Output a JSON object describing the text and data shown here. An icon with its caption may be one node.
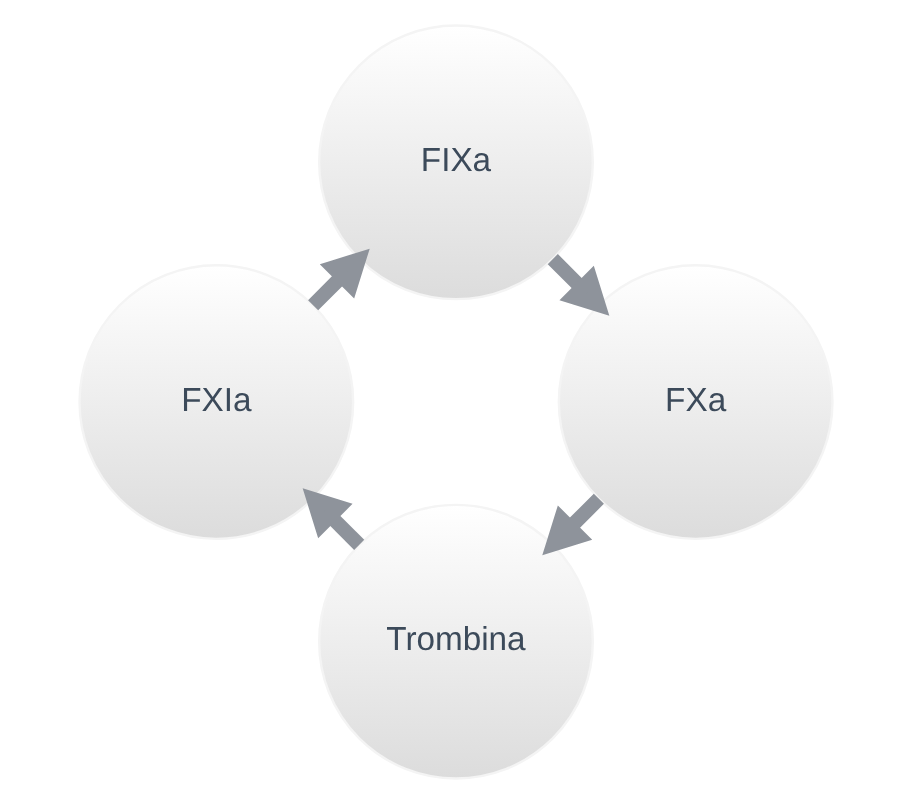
{
  "diagram": {
    "nodes": [
      {
        "text": [
          "Trombina"
        ]
      },
      {
        "text": [
          "FXa"
        ]
      },
      {
        "text": [
          "FXIa"
        ]
      },
      {
        "text": [
          "FIXa"
        ]
      }
    ],
    "edges": [
      {
        "from": 0,
        "to": 2,
        "arrow": "to"
      },
      {
        "from": 2,
        "to": 3,
        "arrow": "to"
      },
      {
        "from": 3,
        "to": 1,
        "arrow": "to"
      },
      {
        "from": 1,
        "to": 0,
        "arrow": "to"
      }
    ]
  }
}
